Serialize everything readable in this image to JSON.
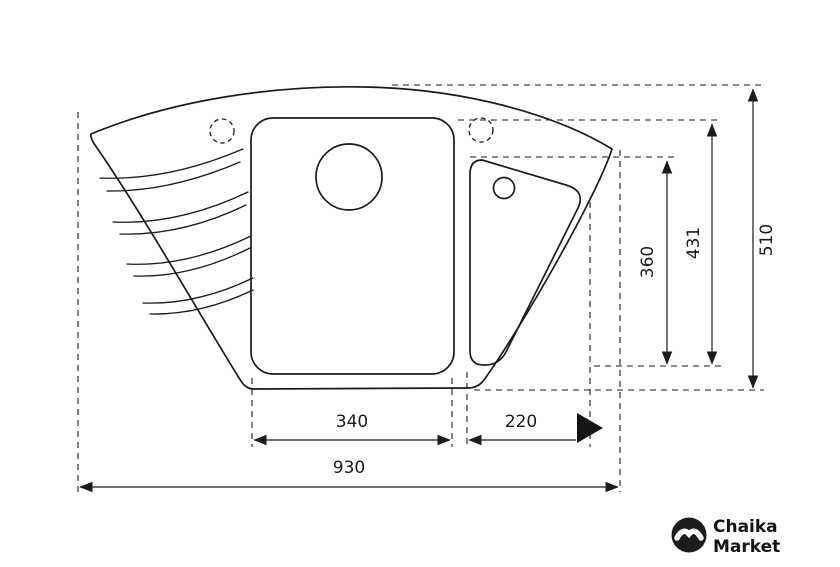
{
  "diagram": {
    "dimensions": {
      "main_bowl_width_mm": "340",
      "second_bowl_width_mm": "220",
      "overall_width_mm": "930",
      "second_bowl_depth_mm": "360",
      "main_bowl_depth_mm": "431",
      "overall_depth_mm": "510"
    },
    "logo": {
      "line1": "Chaika",
      "line2": "Market"
    }
  }
}
